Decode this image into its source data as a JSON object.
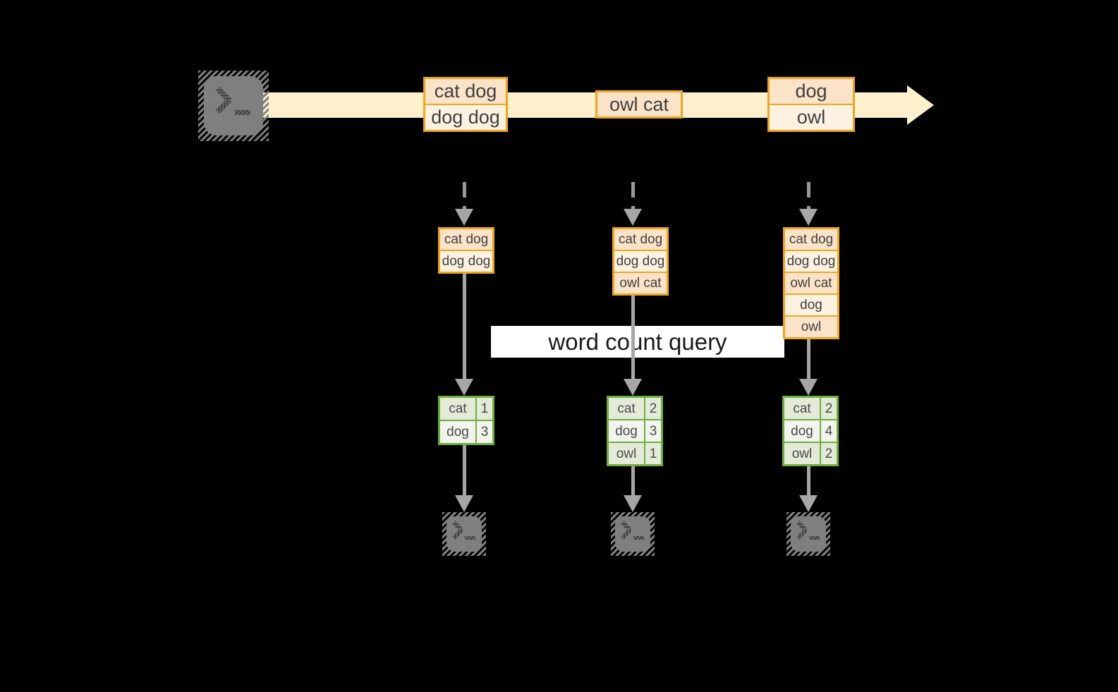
{
  "diagram": {
    "description": "streaming word count query diagram",
    "query_label": "word count query",
    "stream": {
      "events": [
        {
          "lines": [
            "cat dog",
            "dog dog"
          ]
        },
        {
          "lines": [
            "owl cat"
          ]
        },
        {
          "lines": [
            "dog",
            "owl"
          ]
        }
      ]
    },
    "columns": [
      {
        "state": [
          "cat dog",
          "dog dog"
        ],
        "counts": [
          {
            "word": "cat",
            "count": "1"
          },
          {
            "word": "dog",
            "count": "3"
          }
        ]
      },
      {
        "state": [
          "cat dog",
          "dog dog",
          "owl cat"
        ],
        "counts": [
          {
            "word": "cat",
            "count": "2"
          },
          {
            "word": "dog",
            "count": "3"
          },
          {
            "word": "owl",
            "count": "1"
          }
        ]
      },
      {
        "state": [
          "cat dog",
          "dog dog",
          "owl cat",
          "dog",
          "owl"
        ],
        "counts": [
          {
            "word": "cat",
            "count": "2"
          },
          {
            "word": "dog",
            "count": "4"
          },
          {
            "word": "owl",
            "count": "2"
          }
        ]
      }
    ],
    "icons": {
      "source": "terminal-prompt-icon",
      "sinks": [
        "terminal-prompt-icon",
        "terminal-prompt-icon",
        "terminal-prompt-icon"
      ]
    },
    "colors": {
      "background": "#000000",
      "stream_fill": "#fdf0cd",
      "event_border": "#eda621",
      "event_cell_dark": "#fae3c8",
      "event_cell_light": "#fdf2e2",
      "table_border": "#6fae3e",
      "table_cell_dark": "#e3ead8",
      "table_cell_light": "#f2f5ee",
      "arrow_gray": "#a6a6a6",
      "terminal_gray": "#7f7f7f",
      "query_background": "#ffffff",
      "text_dark": "#3f3f3f"
    }
  }
}
